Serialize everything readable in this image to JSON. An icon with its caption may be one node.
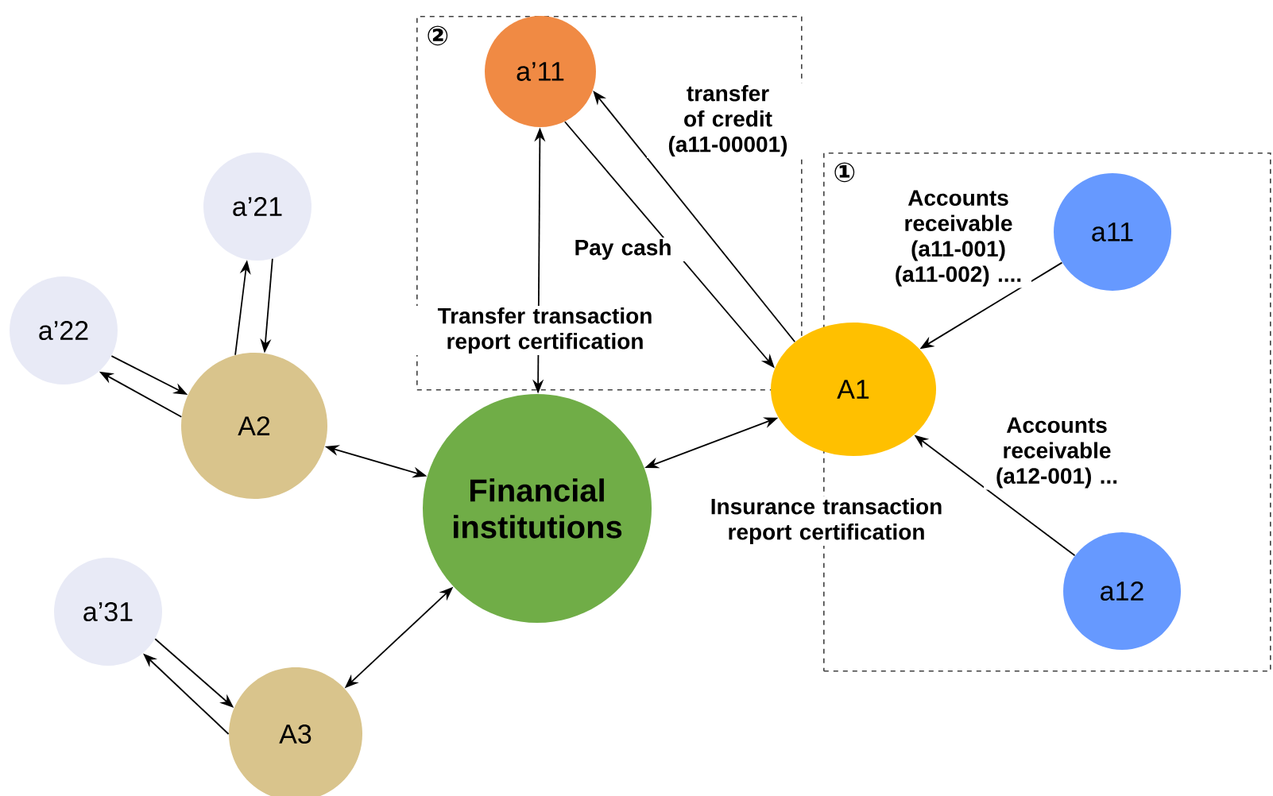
{
  "diagram": {
    "nodes": [
      {
        "text": [
          "②"
        ]
      },
      {
        "text": [
          "a’11"
        ],
        "in": 0
      },
      {
        "text": [
          "①"
        ]
      },
      {
        "text": [
          "a11"
        ],
        "in": 2
      },
      {
        "text": [
          "a12"
        ],
        "in": 2
      },
      {
        "text": [
          "A1"
        ]
      },
      {
        "text": [
          "Financial institutions"
        ]
      },
      {
        "text": [
          "a’21"
        ]
      },
      {
        "text": [
          "a’22"
        ]
      },
      {
        "text": [
          "A2"
        ]
      },
      {
        "text": [
          "a’31"
        ]
      },
      {
        "text": [
          "A3"
        ]
      }
    ],
    "edges": [
      {
        "from": 5,
        "to": 1,
        "arrow": "to",
        "label": "transfer of credit (a11-00001)"
      },
      {
        "from": 1,
        "to": 5,
        "arrow": "to",
        "label": "Pay cash"
      },
      {
        "from": 1,
        "to": 6,
        "arrow": "both",
        "label": "Transfer transaction report certification"
      },
      {
        "from": 3,
        "to": 5,
        "arrow": "to",
        "label": "Accounts receivable (a11-001) (a11-002) ...."
      },
      {
        "from": 4,
        "to": 5,
        "arrow": "to",
        "label": "Accounts receivable (a12-001) ..."
      },
      {
        "from": 5,
        "to": 6,
        "arrow": "both",
        "label": "Insurance transaction report certification"
      },
      {
        "from": 9,
        "to": 7,
        "arrow": "to"
      },
      {
        "from": 7,
        "to": 9,
        "arrow": "to"
      },
      {
        "from": 8,
        "to": 9,
        "arrow": "to"
      },
      {
        "from": 9,
        "to": 8,
        "arrow": "to"
      },
      {
        "from": 9,
        "to": 6,
        "arrow": "both"
      },
      {
        "from": 10,
        "to": 11,
        "arrow": "to"
      },
      {
        "from": 11,
        "to": 10,
        "arrow": "to"
      },
      {
        "from": 11,
        "to": 6,
        "arrow": "both"
      }
    ]
  }
}
